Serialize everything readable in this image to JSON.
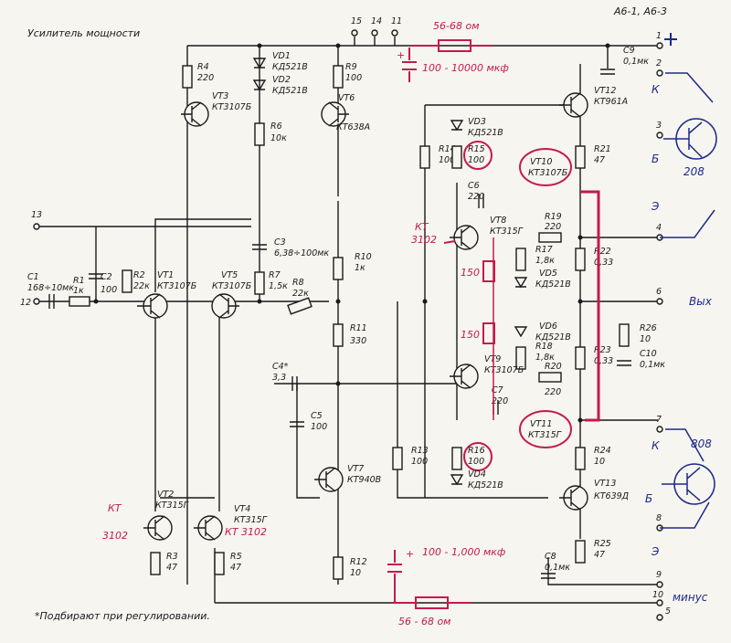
{
  "header": {
    "code": "А6-1, А6-3",
    "title": "Усилитель мощности"
  },
  "footnote": "*Подбирают при регулировании.",
  "resistors": [
    {
      "name": "R4",
      "value": "220"
    },
    {
      "name": "R9",
      "value": "100"
    },
    {
      "name": "R6",
      "value": "10к"
    },
    {
      "name": "R14",
      "value": "100"
    },
    {
      "name": "R15",
      "value": "100"
    },
    {
      "name": "R21",
      "value": "47"
    },
    {
      "name": "R1",
      "value": "1к"
    },
    {
      "name": "R2",
      "value": "22к"
    },
    {
      "name": "R7",
      "value": "1,5к"
    },
    {
      "name": "R8",
      "value": "22к"
    },
    {
      "name": "R10",
      "value": "1к"
    },
    {
      "name": "R11",
      "value": "330"
    },
    {
      "name": "R19",
      "value": "220"
    },
    {
      "name": "R17",
      "value": "1,8к"
    },
    {
      "name": "R22",
      "value": "0,33"
    },
    {
      "name": "R26",
      "value": "10"
    },
    {
      "name": "R18",
      "value": "1,8к"
    },
    {
      "name": "R20",
      "value": "220"
    },
    {
      "name": "R23",
      "value": "0,33"
    },
    {
      "name": "R13",
      "value": "100"
    },
    {
      "name": "R16",
      "value": "100"
    },
    {
      "name": "R24",
      "value": "10"
    },
    {
      "name": "R25",
      "value": "47"
    },
    {
      "name": "R3",
      "value": "47"
    },
    {
      "name": "R5",
      "value": "47"
    },
    {
      "name": "R12",
      "value": "10"
    }
  ],
  "capacitors": [
    {
      "name": "C9",
      "value": "0,1мк"
    },
    {
      "name": "C1",
      "value": "168÷10мк"
    },
    {
      "name": "C2",
      "value": "100"
    },
    {
      "name": "C3",
      "value": "6,38÷100мк"
    },
    {
      "name": "C6",
      "value": "220"
    },
    {
      "name": "C4*",
      "value": "3,3"
    },
    {
      "name": "C5",
      "value": "100"
    },
    {
      "name": "C7",
      "value": "220"
    },
    {
      "name": "C10",
      "value": "0,1мк"
    },
    {
      "name": "C8",
      "value": "0,1мк"
    }
  ],
  "transistors": [
    {
      "name": "VT3",
      "type": "КТ3107Б"
    },
    {
      "name": "VT6",
      "type": "КТ638А"
    },
    {
      "name": "VT1",
      "type": "КТ3107Б"
    },
    {
      "name": "VT5",
      "type": "КТ3107Б"
    },
    {
      "name": "VT12",
      "type": "КТ961А"
    },
    {
      "name": "VT10",
      "type": "КТ3107Б"
    },
    {
      "name": "VT8",
      "type": "КТ315Г"
    },
    {
      "name": "VT9",
      "type": "КТ3107Б"
    },
    {
      "name": "VT11",
      "type": "КТ315Г"
    },
    {
      "name": "VT7",
      "type": "КТ940В"
    },
    {
      "name": "VT13",
      "type": "КТ639Д"
    },
    {
      "name": "VT2",
      "type": "КТ315Г"
    },
    {
      "name": "VT4",
      "type": "КТ315Г"
    }
  ],
  "diodes": [
    {
      "name": "VD1",
      "type": "КД521В"
    },
    {
      "name": "VD2",
      "type": "КД521В"
    },
    {
      "name": "VD3",
      "type": "КД521В"
    },
    {
      "name": "VD5",
      "type": "КД521В"
    },
    {
      "name": "VD6",
      "type": "КД521В"
    },
    {
      "name": "VD4",
      "type": "КД521В"
    }
  ],
  "terminals": [
    "1",
    "2",
    "3",
    "4",
    "5",
    "6",
    "7",
    "8",
    "9",
    "10",
    "11",
    "12",
    "13",
    "14",
    "15"
  ],
  "annotations": {
    "res_top": "56-68 ом",
    "cap_top": "100 - 10000 мкф",
    "res_bottom": "56 - 68 ом",
    "cap_bottom": "100 - 1,000 мкф",
    "kt3102_a": "КТ",
    "kt3102_b": "3102",
    "kt3102_c": "КТ",
    "kt3102_d": "3102",
    "kt3102_e": "КТ 3102",
    "r150_a": "150",
    "r150_b": "150",
    "plus": "+",
    "minus_label": "минус",
    "ext1_type": "208",
    "ext2_type": "808",
    "k1": "К",
    "b1": "Б",
    "e1": "Э",
    "k2": "К",
    "b2": "Б",
    "e2": "Э",
    "out": "Вых"
  },
  "colors": {
    "ink": "#1a1a1a",
    "annotation_red": "#c41a4a",
    "annotation_blue": "#1e2a8a",
    "paper": "#f6f5f0"
  }
}
